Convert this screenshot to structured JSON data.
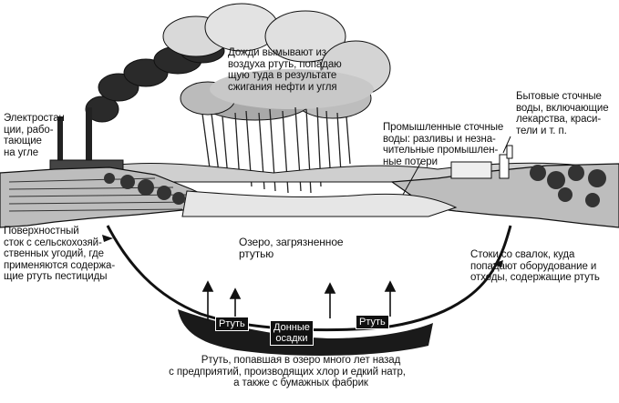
{
  "labels": {
    "rain": [
      "Дожди вымывают из",
      "воздуха ртуть, попадаю",
      "щую туда в результате",
      "сжигания нефти и угля"
    ],
    "power_plant": [
      "Электростан",
      "ции, рабо-",
      "тающие",
      "на угле"
    ],
    "industrial": [
      "Промышленные сточные",
      "воды: разливы и незна-",
      "чительные промышлен-",
      "ные потери"
    ],
    "household": [
      "Бытовые сточные",
      "воды, включающие",
      "лекарства, краси-",
      "тели и т. п."
    ],
    "agri": [
      "Поверхностный",
      "сток с сельскохозяй-",
      "ственных угодий, где",
      "применяются содержа-",
      "щие ртуть пестициды"
    ],
    "lake": [
      "Озеро, загрязненное",
      "ртутью"
    ],
    "landfill": [
      "Стоки со свалок, куда",
      "попадают оборудование и",
      "отходы, содержащие ртуть"
    ],
    "bottom": [
      "Ртуть, попавшая в озеро много лет назад",
      "с предприятий, производящих хлор и едкий натр,",
      "а также с бумажных фабрик"
    ],
    "mercury_left": "Ртуть",
    "sediments": [
      "Донные",
      "осадки"
    ],
    "mercury_right": "Ртуть"
  },
  "colors": {
    "ink": "#111111",
    "background": "#ffffff"
  }
}
